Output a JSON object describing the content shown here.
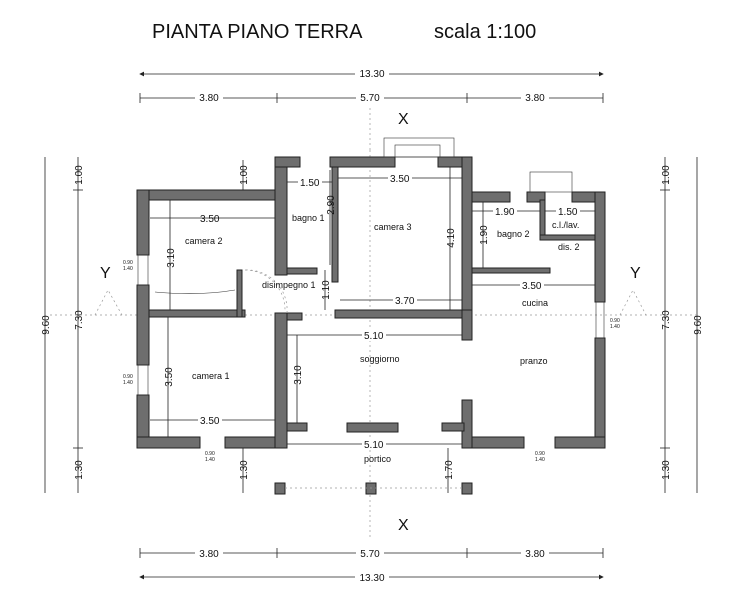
{
  "title": "PIANTA PIANO TERRA",
  "scale": "scala 1:100",
  "section_marks": {
    "x_top": "X",
    "x_bottom": "X",
    "y_left": "Y",
    "y_right": "Y"
  },
  "dimensions": {
    "total_width": "13.30",
    "seg_left": "3.80",
    "seg_mid": "5.70",
    "seg_right": "3.80",
    "side_top": "1.00",
    "side_mid": "7.30",
    "side_bottom": "1.30",
    "side_total": "9.60",
    "inner_top_left": "1.00",
    "camera2_w": "3.50",
    "camera2_h": "3.10",
    "bagno1_w": "1.50",
    "bagno1_h": "2.90",
    "camera3_w": "3.50",
    "camera3_h": "4.10",
    "disimpegno_h": "1.10",
    "corridor_w": "3.70",
    "bagno2_w": "1.90",
    "bagno2_h": "1.90",
    "cl_w": "1.50",
    "cucina_w": "3.50",
    "soggiorno_w": "5.10",
    "soggiorno_h": "3.10",
    "camera1_h": "3.50",
    "camera1_w": "3.50",
    "portico_w": "5.10",
    "portico_h": "1.70",
    "bottom_left": "1.30",
    "window_a": "0.90",
    "window_b": "1.40"
  },
  "rooms": {
    "camera2": "camera 2",
    "bagno1": "bagno 1",
    "camera3": "camera 3",
    "disimpegno1": "disimpegno 1",
    "bagno2": "bagno 2",
    "cl": "c.l./lav.",
    "dis2": "dis. 2",
    "cucina": "cucina",
    "camera1": "camera 1",
    "soggiorno": "soggiorno",
    "pranzo": "pranzo",
    "portico": "portico"
  }
}
